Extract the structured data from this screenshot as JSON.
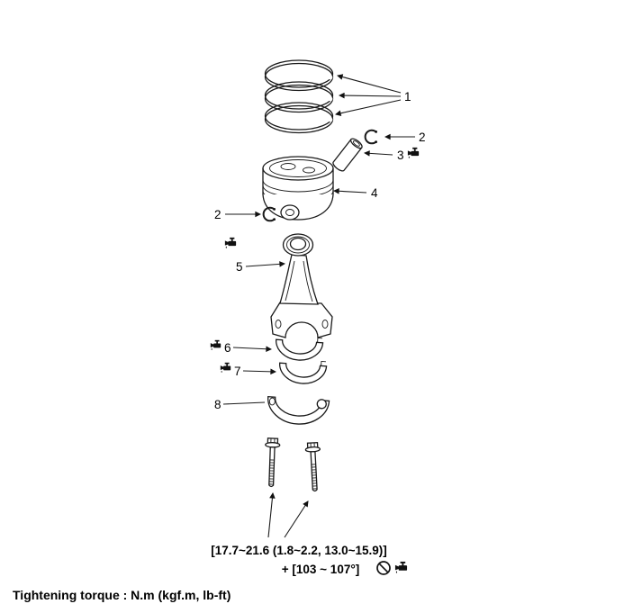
{
  "figure": {
    "callouts": {
      "piston_rings": "1",
      "snap_ring_right": "2",
      "piston_pin": "3",
      "piston": "4",
      "snap_ring_left": "2",
      "connecting_rod": "5",
      "upper_bearing": "6",
      "lower_bearing": "7",
      "bearing_cap": "8"
    },
    "torque_spec": {
      "line1": "[17.7~21.6 (1.8~2.2, 13.0~15.9)]",
      "line2": "+ [103 ~ 107°]"
    },
    "footer_note": "Tightening torque : N.m (kgf.m, lb-ft)",
    "icons": {
      "lubricant": "apply-lubricant-icon",
      "no_reuse": "do-not-reuse-icon",
      "arrow": "leader-arrow-icon"
    },
    "colors": {
      "line": "#1a1a1a",
      "background": "#ffffff",
      "icon": "#111111"
    }
  }
}
